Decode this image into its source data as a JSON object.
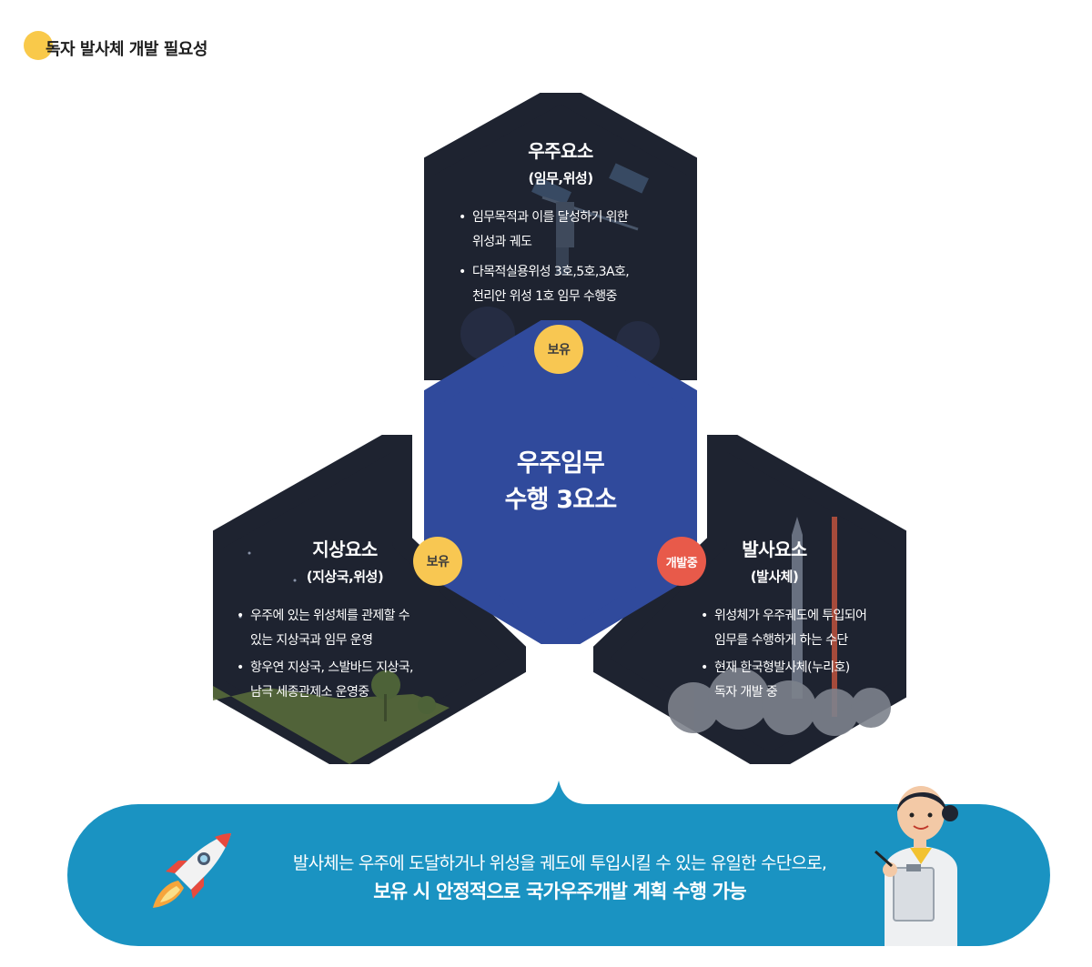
{
  "header": {
    "title": "독자 발사체 개발 필요성"
  },
  "center": {
    "line1": "우주임무",
    "line2": "수행 3요소"
  },
  "space": {
    "title": "우주요소",
    "subtitle": "(임무,위성)",
    "bullets": [
      {
        "line1": "임무목적과 이를 달성하기 위한",
        "line2": "위성과 궤도"
      },
      {
        "line1": "다목적실용위성 3호,5호,3A호,",
        "line2": "천리안 위성 1호 임무 수행중"
      }
    ]
  },
  "ground": {
    "title": "지상요소",
    "subtitle": "(지상국,위성)",
    "bullets": [
      {
        "line1": "우주에 있는 위성체를 관제할 수",
        "line2": "있는 지상국과 임무 운영"
      },
      {
        "line1": "항우연 지상국, 스발바드 지상국,",
        "line2": "남극 세종관제소 운영중"
      }
    ]
  },
  "launch": {
    "title": "발사요소",
    "subtitle": "(발사체)",
    "bullets": [
      {
        "line1": "위성체가 우주궤도에 투입되어",
        "line2": "임무를 수행하게 하는 수단"
      },
      {
        "line1": "현재 한국형발사체(누리호)",
        "line2": "독자 개발 중"
      }
    ]
  },
  "badges": {
    "top": "보유",
    "left": "보유",
    "right": "개발중"
  },
  "banner": {
    "line1": "발사체는 우주에 도달하거나 위성을 궤도에 투입시킬 수 있는 유일한 수단으로,",
    "line2": "보유 시 안정적으로 국가우주개발 계획 수행 가능"
  },
  "colors": {
    "dark_hex": "#1e2330",
    "center_hex": "#304a9c",
    "banner": "#1a93c2",
    "badge_yellow": "#f8c752",
    "badge_red": "#e85a4a"
  }
}
